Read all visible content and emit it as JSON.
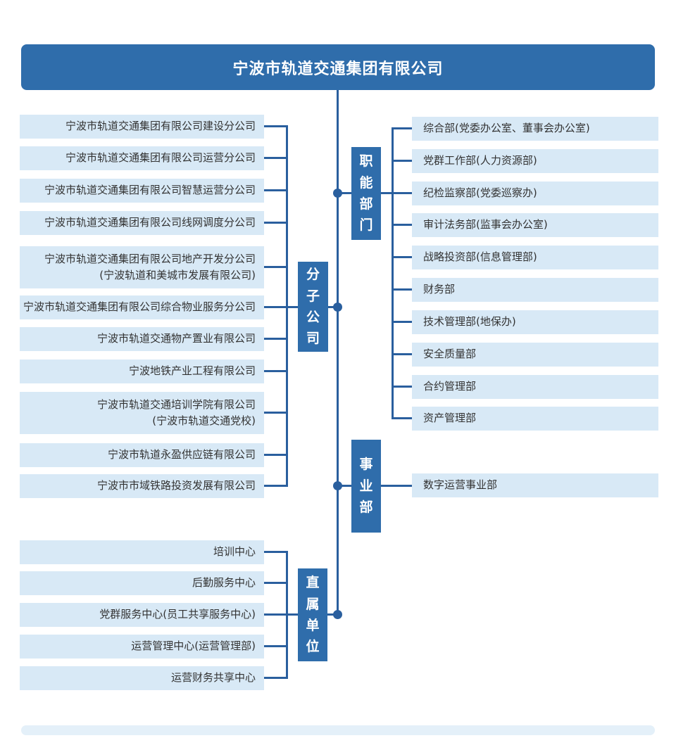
{
  "root": {
    "title": "宁波市轨道交通集团有限公司"
  },
  "colors": {
    "brand": "#2f6dab",
    "connector_line": "#2a5f9e",
    "node_background": "#d8e9f6",
    "node_text": "#333333"
  },
  "branches": {
    "subsidiaries": {
      "label": "分子公司",
      "items": [
        "宁波市轨道交通集团有限公司建设分公司",
        "宁波市轨道交通集团有限公司运营分公司",
        "宁波市轨道交通集团有限公司智慧运营分公司",
        "宁波市轨道交通集团有限公司线网调度分公司",
        "宁波市轨道交通集团有限公司地产开发分公司\n(宁波轨道和美城市发展有限公司)",
        "宁波市轨道交通集团有限公司综合物业服务分公司",
        "宁波市轨道交通物产置业有限公司",
        "宁波地铁产业工程有限公司",
        "宁波市轨道交通培训学院有限公司\n(宁波市轨道交通党校)",
        "宁波市轨道永盈供应链有限公司",
        "宁波市市域铁路投资发展有限公司"
      ]
    },
    "departments": {
      "label": "职能部门",
      "items": [
        "综合部(党委办公室、董事会办公室)",
        "党群工作部(人力资源部)",
        "纪检监察部(党委巡察办)",
        "审计法务部(监事会办公室)",
        "战略投资部(信息管理部)",
        "财务部",
        "技术管理部(地保办)",
        "安全质量部",
        "合约管理部",
        "资产管理部"
      ]
    },
    "divisions": {
      "label": "事业部",
      "items": [
        "数字运营事业部"
      ]
    },
    "direct_units": {
      "label": "直属单位",
      "items": [
        "培训中心",
        "后勤服务中心",
        "党群服务中心(员工共享服务中心)",
        "运营管理中心(运营管理部)",
        "运营财务共享中心"
      ]
    }
  }
}
